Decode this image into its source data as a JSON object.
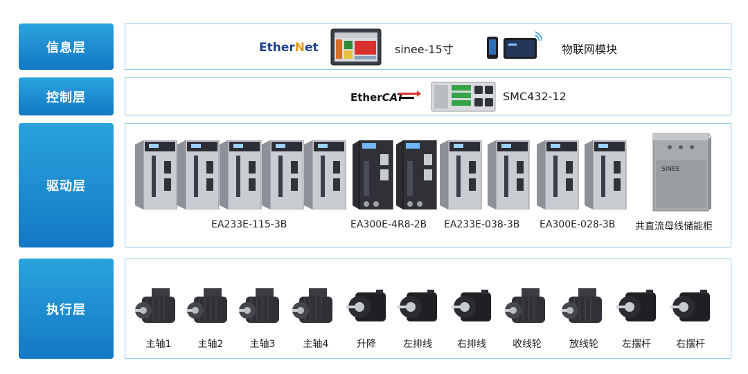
{
  "layers": {
    "info": "信息层",
    "control": "控制层",
    "drive": "驱动层",
    "exec": "执行层"
  },
  "info_row": {
    "logo_text_a": "Ether",
    "logo_text_b": "N",
    "logo_text_c": "et",
    "hmi_name": "sinee-15寸",
    "iot_name": "物联网模块"
  },
  "control_row": {
    "logo_text_a": "Ether",
    "logo_text_b": "CAT",
    "controller_name": "SMC432-12"
  },
  "drive_row": {
    "labels": [
      "EA233E-115-3B",
      "EA300E-4R8-2B",
      "EA233E-038-3B",
      "EA300E-028-3B",
      "共直流母线储能柜"
    ],
    "cabinet_brand": "SINEE"
  },
  "exec_row": {
    "motors": [
      "主轴1",
      "主轴2",
      "主轴3",
      "主轴4",
      "升降",
      "左排线",
      "右排线",
      "收线轮",
      "放线轮",
      "左摆杆",
      "右摆杆"
    ]
  }
}
